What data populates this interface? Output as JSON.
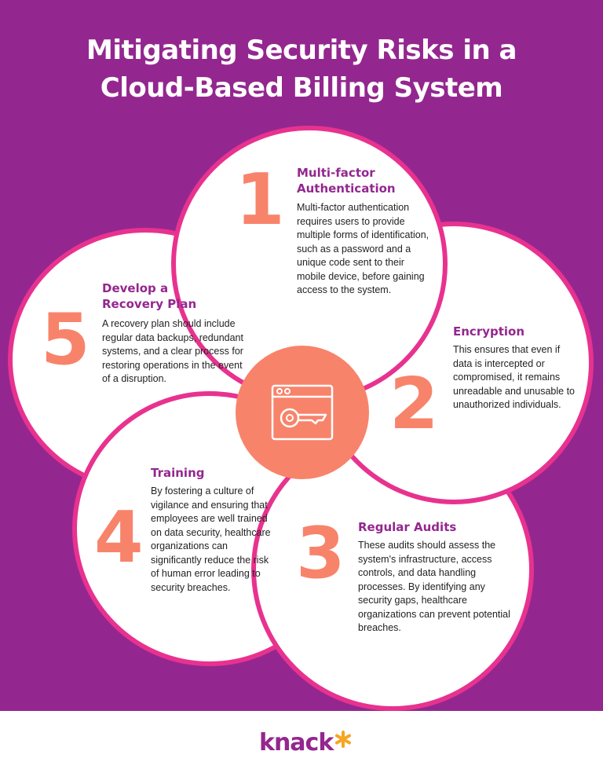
{
  "title": {
    "line1": "Mitigating Security Risks in a",
    "line2": "Cloud-Based Billing System"
  },
  "items": [
    {
      "number": "1",
      "heading_line1": "Multi-factor",
      "heading_line2": "Authentication",
      "body": "Multi-factor authentication requires users to provide multiple forms of identification, such as a password and a unique code sent to their mobile device, before gaining access to the system."
    },
    {
      "number": "2",
      "heading_line1": "Encryption",
      "heading_line2": "",
      "body": "This ensures that even if data is intercepted or compromised, it remains unreadable and unusable to unauthorized individuals."
    },
    {
      "number": "3",
      "heading_line1": "Regular Audits",
      "heading_line2": "",
      "body": "These audits should assess the system's infrastructure, access controls, and data handling processes. By identifying any security gaps, healthcare organizations can prevent potential breaches."
    },
    {
      "number": "4",
      "heading_line1": "Training",
      "heading_line2": "",
      "body": "By fostering a culture of vigilance and ensuring that employees are well trained on data security, healthcare organizations can significantly reduce the risk of human error leading to security breaches."
    },
    {
      "number": "5",
      "heading_line1": "Develop a",
      "heading_line2": "Recovery Plan",
      "body": "A recovery plan should include regular data backups, redundant systems, and a clear process for restoring operations in the event of a disruption."
    }
  ],
  "center_icon": "browser-key-icon",
  "footer": {
    "logo": "knack",
    "logo_icon": "asterisk-icon"
  },
  "colors": {
    "background": "#93278f",
    "circle_border": "#e8328f",
    "accent": "#f8836b",
    "heading": "#93278f"
  }
}
